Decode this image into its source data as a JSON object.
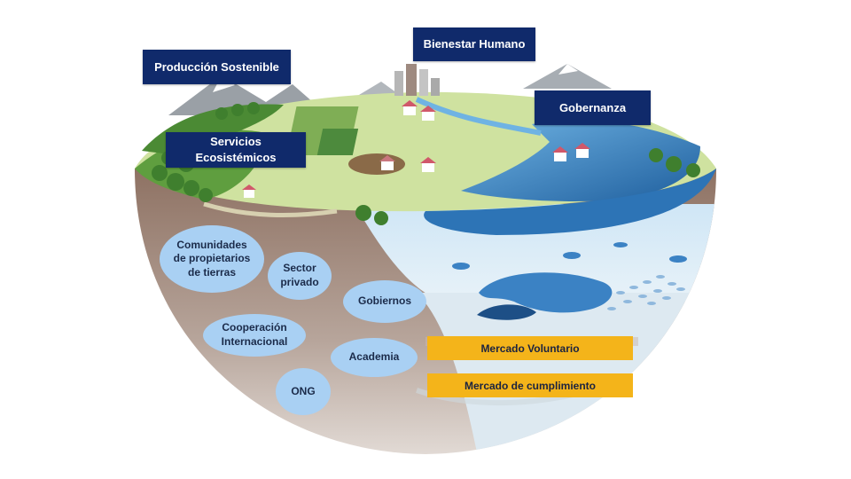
{
  "labels": {
    "top": {
      "produccion_sostenible": "Producción Sostenible",
      "bienestar_humano": "Bienestar Humano",
      "gobernanza": "Gobernanza",
      "servicios_ecosistemicos": "Servicios\nEcosistémicos"
    },
    "actors": {
      "comunidades": "Comunidades\nde propietarios\nde tierras",
      "sector_privado": "Sector\nprivado",
      "gobiernos": "Gobiernos",
      "cooperacion": "Cooperación\nInternacional",
      "academia": "Academia",
      "ong": "ONG"
    },
    "markets": {
      "voluntario": "Mercado Voluntario",
      "cumplimiento": "Mercado de cumplimiento"
    }
  },
  "colors": {
    "navy": "#102a6b",
    "bubble": "#a9d0f3",
    "market": "#f4b41a",
    "soil": "#9a7f6f",
    "water": "#2f7bc0",
    "land": "#c9df9a"
  }
}
